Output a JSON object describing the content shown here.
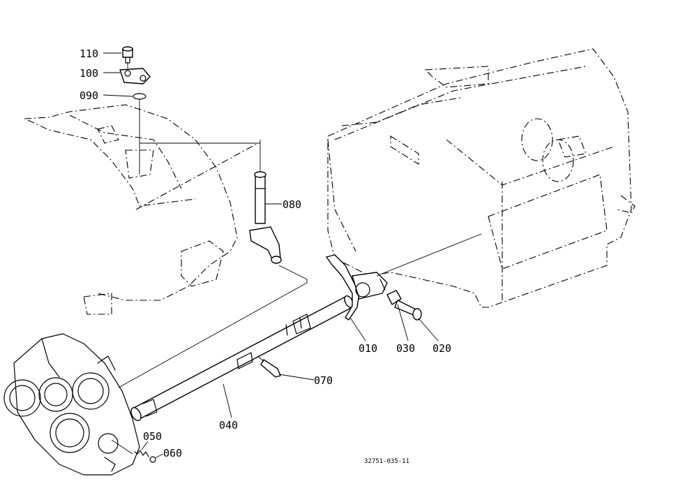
{
  "labels": {
    "p110": "110",
    "p100": "100",
    "p090": "090",
    "p080": "080",
    "p010": "010",
    "p030": "030",
    "p020": "020",
    "p070": "070",
    "p040": "040",
    "p050": "050",
    "p060": "060"
  },
  "drawing_code": "32751-035-11"
}
